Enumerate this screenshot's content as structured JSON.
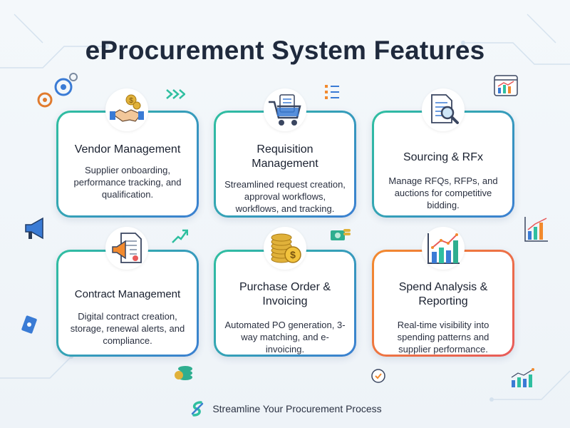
{
  "title": "eProcurement System Features",
  "features": [
    {
      "title": "Vendor Management",
      "description": "Supplier onboarding, performance tracking, and qualification.",
      "icon": "handshake-coins-icon",
      "accent": "#3aa7c9"
    },
    {
      "title": "Requisition Management",
      "description": "Streamlined request creation, approval workflows, workflows, and tracking.",
      "icon": "shopping-cart-checklist-icon",
      "accent": "#2fae8f"
    },
    {
      "title": "Sourcing & RFx",
      "description": "Manage RFQs, RFPs, and auctions for competitive bidding.",
      "icon": "document-magnifier-icon",
      "accent": "#3d8fd6"
    },
    {
      "title": "Contract Management",
      "description": "Digital contract creation, storage, renewal alerts, and compliance.",
      "icon": "contract-megaphone-icon",
      "accent": "#3b7fd1"
    },
    {
      "title": "Purchase Order & Invoicing",
      "description": "Automated PO generation, 3-way matching, and e-invoicing.",
      "icon": "coin-stack-icon",
      "accent": "#2da48a"
    },
    {
      "title": "Spend Analysis & Reporting",
      "description": "Real-time visibility into spending patterns and supplier performance.",
      "icon": "bar-chart-trend-icon",
      "accent": "#f08a3c"
    }
  ],
  "footer": {
    "text": "Streamline Your Procurement Process",
    "icon": "streamline-logo-icon"
  },
  "colors": {
    "title": "#1f2a3d",
    "gradient_teal": "#2fbfa0",
    "gradient_blue": "#3b7fd1",
    "gradient_orange": "#f28a2e",
    "gradient_red": "#e85a5a"
  }
}
